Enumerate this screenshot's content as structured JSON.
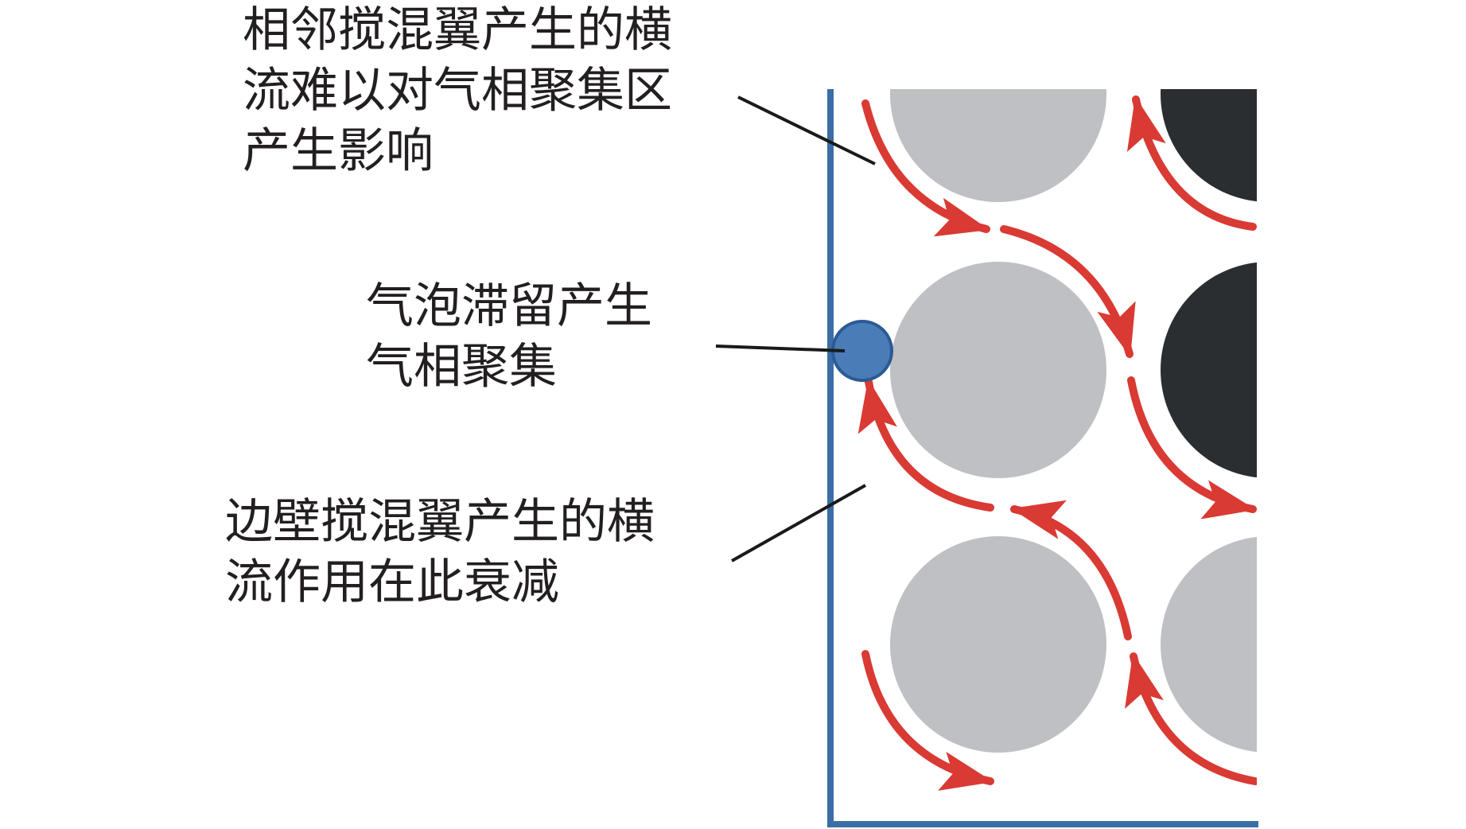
{
  "labels": {
    "top": {
      "lines": [
        "相邻搅混翼产生的横",
        "流难以对气相聚集区",
        "产生影响"
      ]
    },
    "middle": {
      "lines": [
        "气泡滞留产生",
        "气相聚集"
      ]
    },
    "bottom": {
      "lines": [
        "边壁搅混翼产生的横",
        "流作用在此衰减"
      ]
    }
  },
  "colors": {
    "text": "#231f20",
    "wall": "#3a6ea5",
    "rod_light": "#bfc0c3",
    "rod_dark": "#2b2e31",
    "flow_arrow": "#d93a33",
    "bubble": "#4a7cb8",
    "bubble_edge": "#2b5a94",
    "leader_line": "#1a1a1a"
  },
  "icons": {
    "flow_arrow": "crossflow-arrow-icon",
    "bubble": "gas-bubble-icon"
  }
}
